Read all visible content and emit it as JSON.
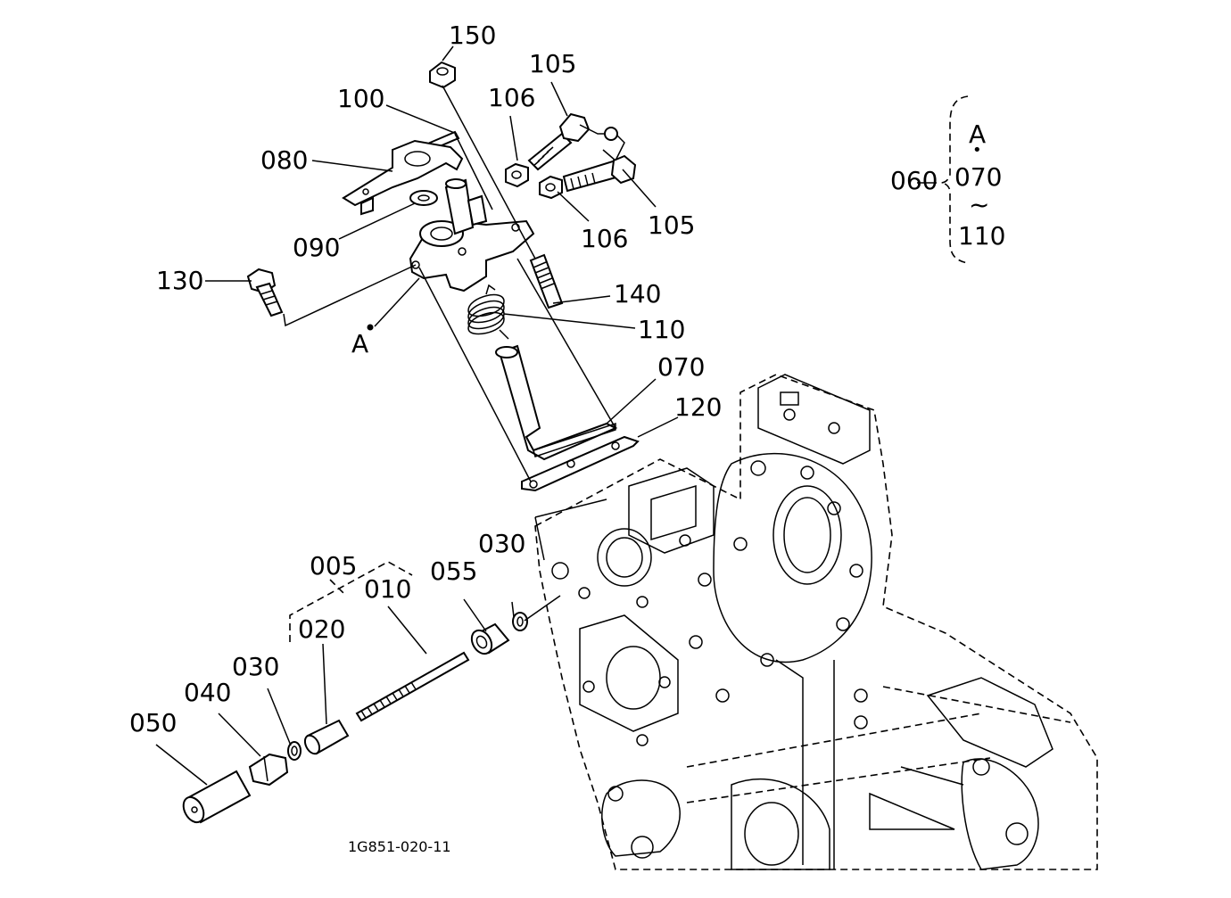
{
  "labels": {
    "p150": "150",
    "p105a": "105",
    "p100": "100",
    "p106a": "106",
    "p080": "080",
    "p090": "090",
    "p106b": "106",
    "p105b": "105",
    "p130": "130",
    "p140": "140",
    "pA": "A",
    "p110": "110",
    "p070": "070",
    "p120": "120",
    "p030a": "030",
    "p005": "005",
    "p055": "055",
    "p010": "010",
    "p020": "020",
    "p030b": "030",
    "p040": "040",
    "p050": "050",
    "p060": "060"
  },
  "legend": {
    "letter": "A",
    "dot": "•",
    "from": "070",
    "tilde": "~",
    "to": "110"
  },
  "figure_code": "1G851-020-11"
}
